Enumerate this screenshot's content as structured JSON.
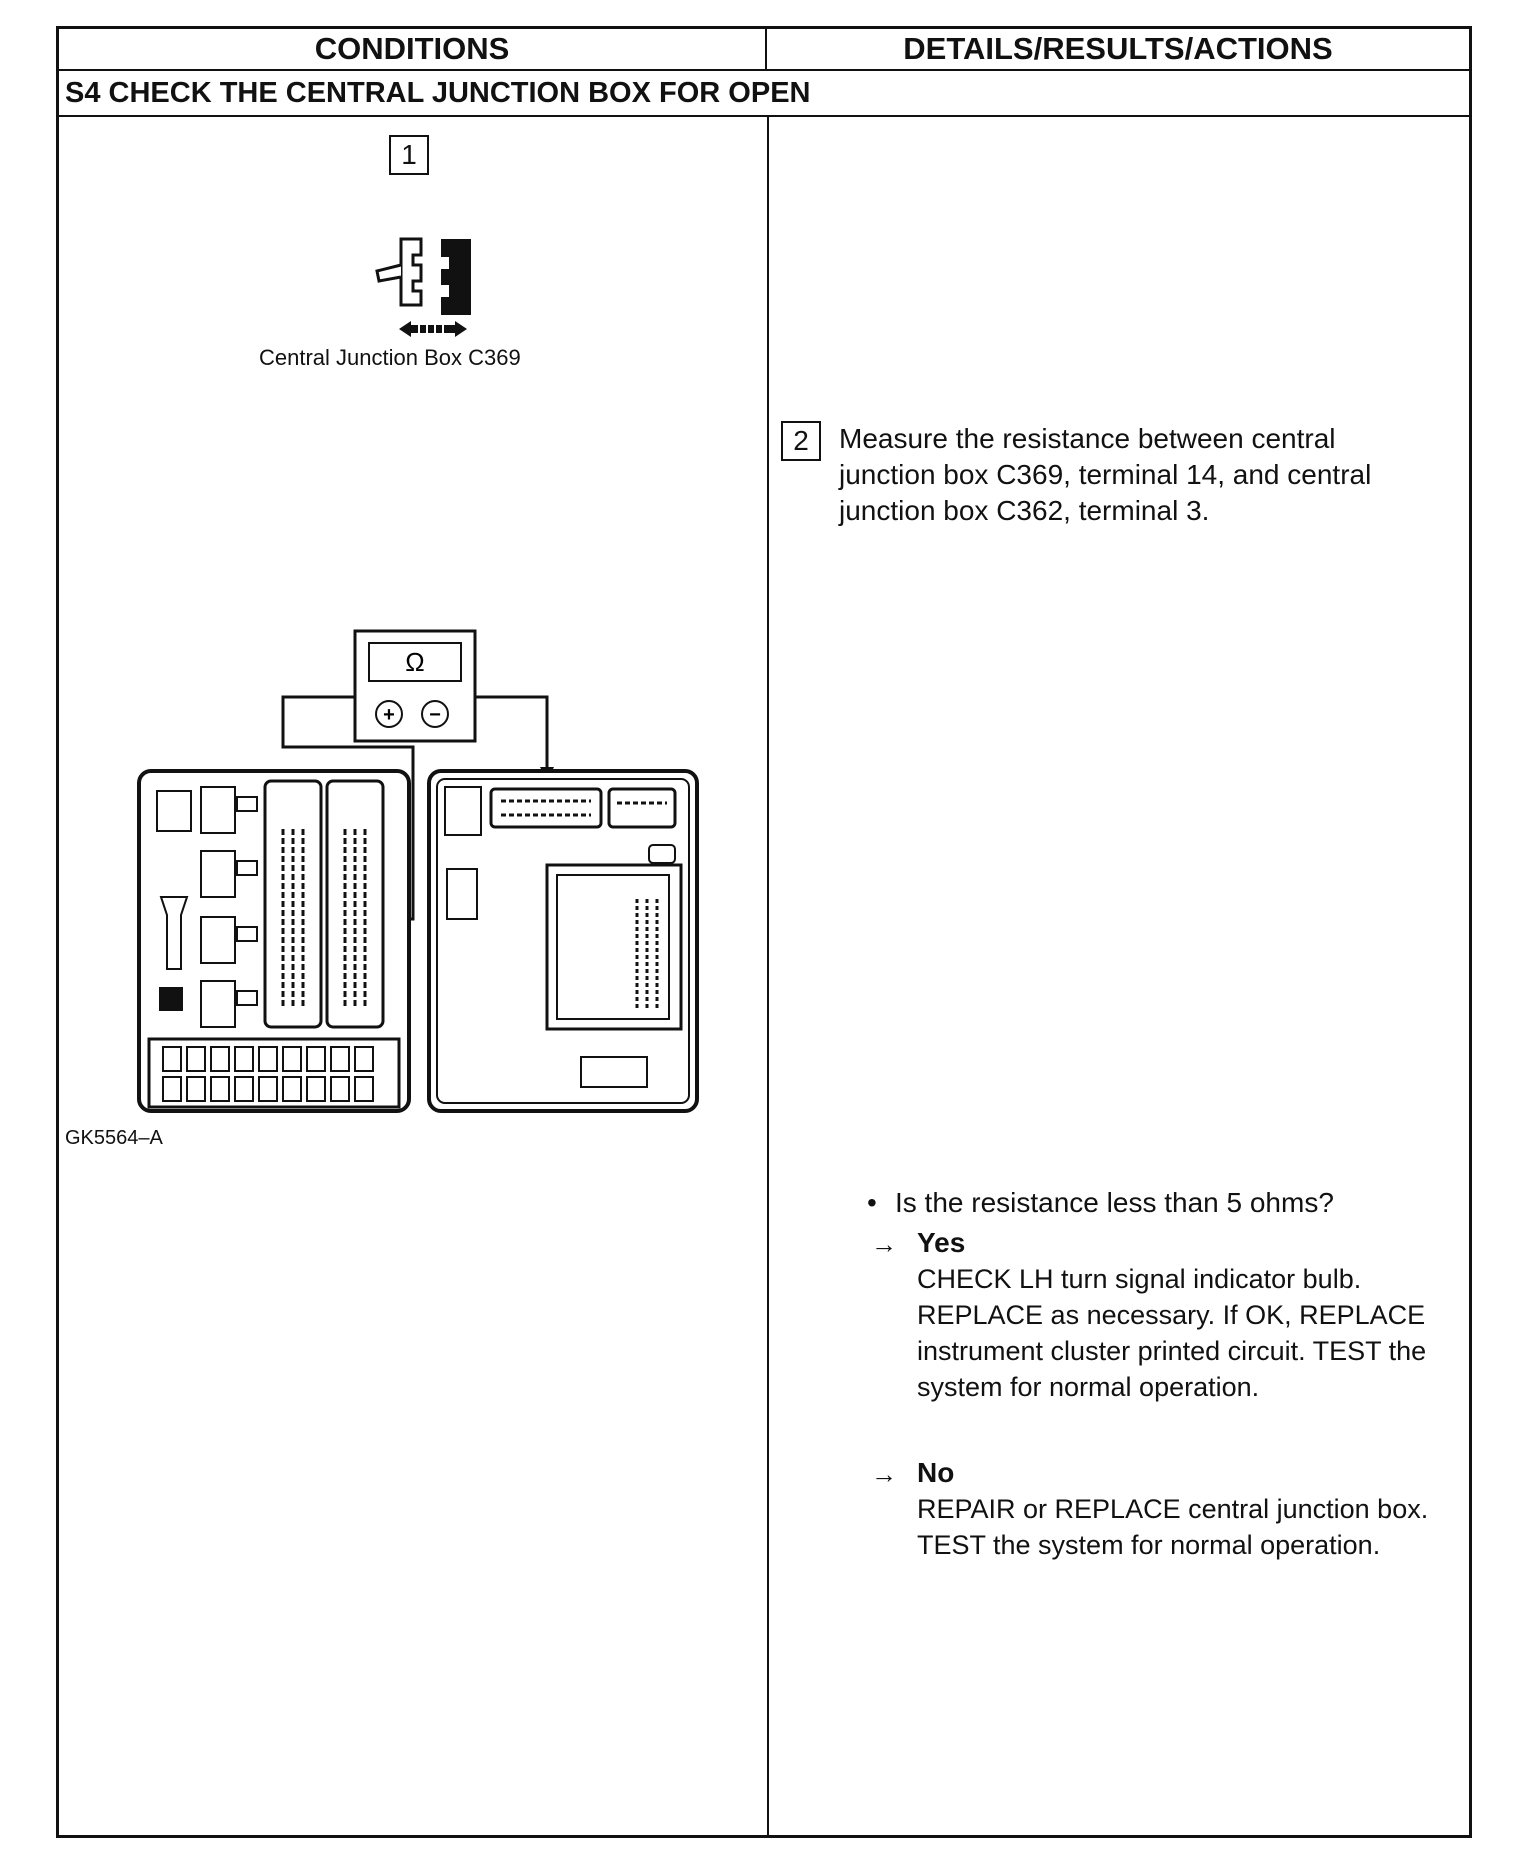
{
  "table": {
    "header_conditions": "CONDITIONS",
    "header_details": "DETAILS/RESULTS/ACTIONS",
    "step_title": "S4  CHECK THE CENTRAL JUNCTION BOX FOR OPEN"
  },
  "step1": {
    "number": "1",
    "caption": "Central Junction Box C369"
  },
  "step2": {
    "number": "2",
    "instruction": "Measure the resistance between central junction box C369, terminal 14, and central junction box C362, terminal 3."
  },
  "figure": {
    "meter_symbol": "Ω",
    "plus": "+",
    "minus": "−",
    "figure_id": "GK5564–A"
  },
  "question": {
    "bullet": "•",
    "text": "Is the resistance less than 5 ohms?"
  },
  "answers": {
    "arrow": "→",
    "yes_label": "Yes",
    "yes_text": "CHECK LH turn signal indicator bulb. REPLACE as necessary. If OK, REPLACE instrument cluster printed circuit. TEST the system for normal operation.",
    "no_label": "No",
    "no_text": "REPAIR or REPLACE central junction box. TEST the system for normal operation."
  }
}
